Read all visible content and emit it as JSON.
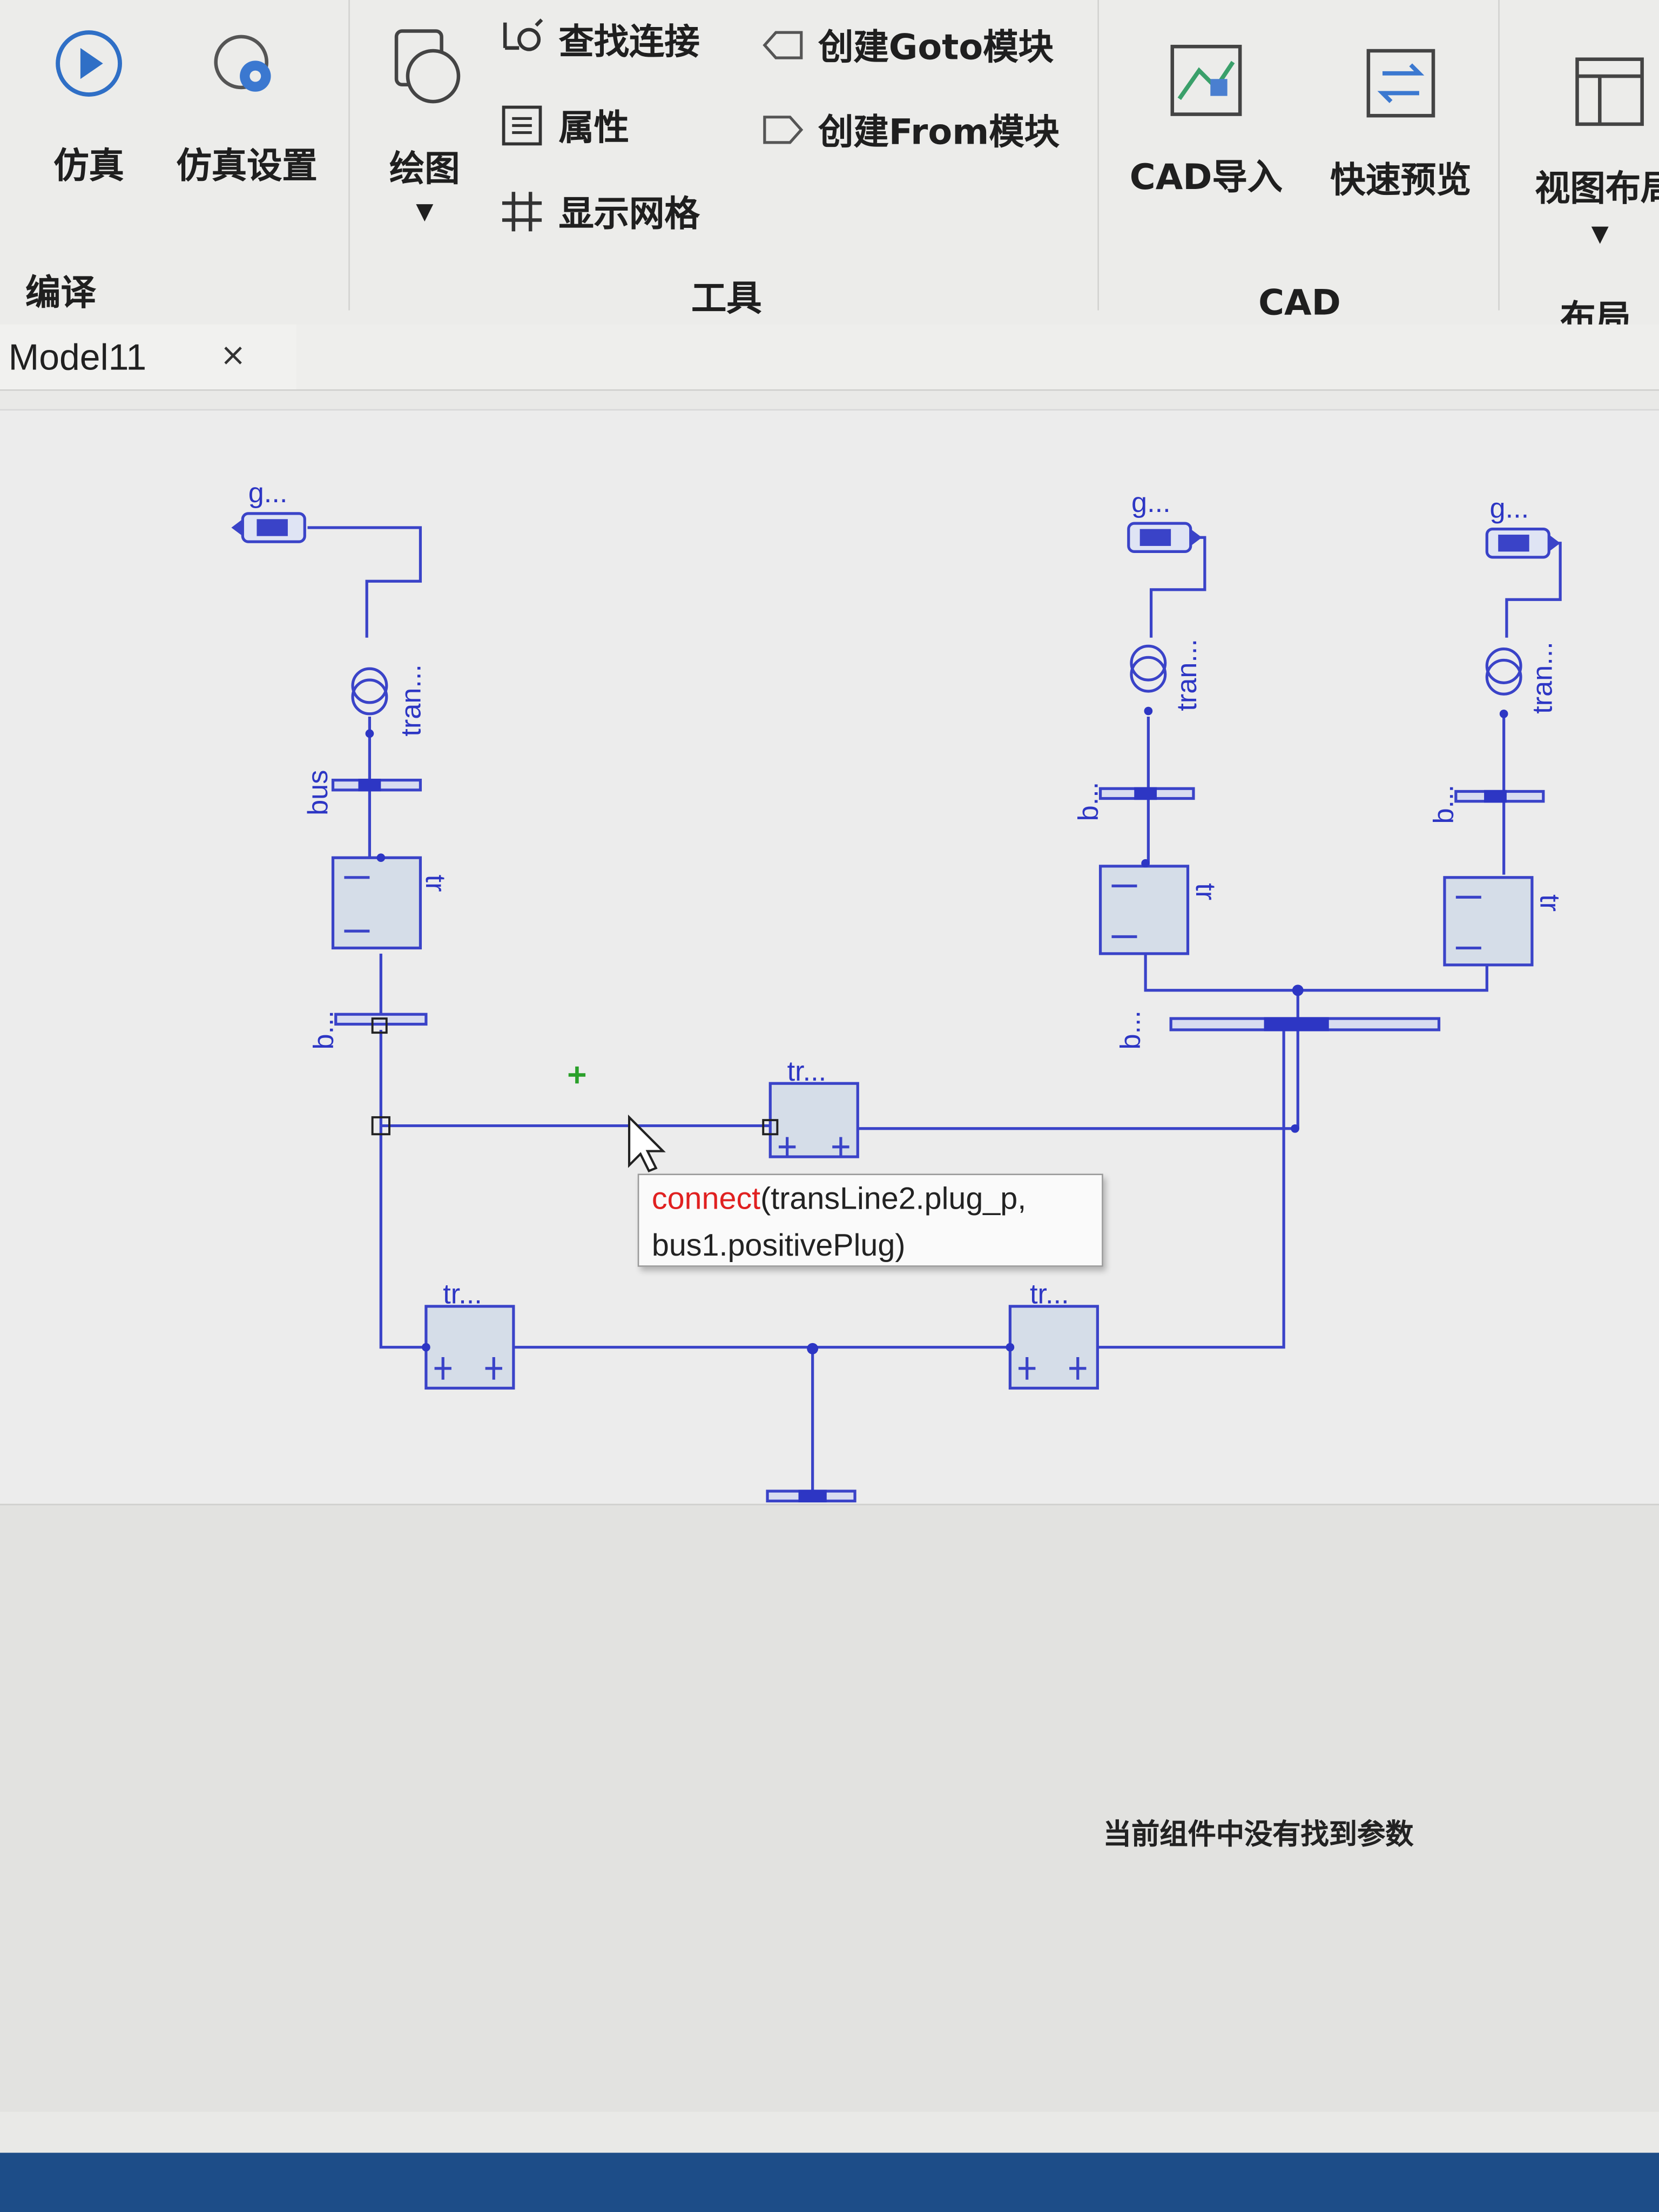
{
  "ribbon": {
    "simulate": "仿真",
    "sim_settings": "仿真设置",
    "compile_group": "编译",
    "draw": "绘图",
    "find_connection": "查找连接",
    "properties": "属性",
    "show_grid": "显示网格",
    "create_goto": "创建Goto模块",
    "create_from": "创建From模块",
    "tools_group": "工具",
    "cad_import": "CAD导入",
    "quick_preview": "快速预览",
    "cad_group": "CAD",
    "view_layout": "视图布局",
    "layout_group": "布局"
  },
  "tab": {
    "title": "Model11",
    "close": "×"
  },
  "diagram": {
    "gen_label": "g...",
    "tran_label": "tran...",
    "bus_label": "bus",
    "b_label": "b...",
    "tr_label": "tr...",
    "tr_short": "tr"
  },
  "tooltip": {
    "fn": "connect",
    "args1": "(transLine2.plug_p,",
    "args2": "bus1.positivePlug)"
  },
  "status": {
    "message": "当前组件中没有找到参数"
  },
  "colors": {
    "wire": "#3a43c8",
    "taskbar": "#1d4d88",
    "tooltip_fn": "#e02020"
  }
}
